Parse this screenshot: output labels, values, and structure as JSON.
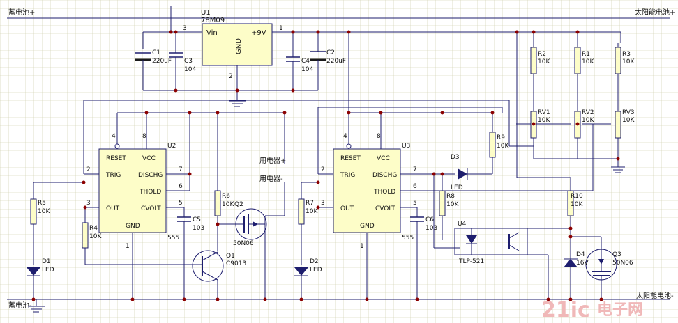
{
  "power": {
    "battery_top": "蓄电池+",
    "solar_top": "太阳能电池+",
    "battery_bottom": "蓄电池-",
    "solar_bottom": "太阳能电池-"
  },
  "regulator": {
    "ref": "U1",
    "part": "78M09",
    "pin_in": "Vin",
    "pin_out": "+9V",
    "pin_gnd": "GND",
    "n1": "1",
    "n2": "2",
    "n3": "3"
  },
  "caps": {
    "c1": {
      "ref": "C1",
      "value": "220uF"
    },
    "c2": {
      "ref": "C2",
      "value": "220uF"
    },
    "c3": {
      "ref": "C3",
      "value": "104"
    },
    "c4": {
      "ref": "C4",
      "value": "104"
    },
    "c5": {
      "ref": "C5",
      "value": "103"
    },
    "c6": {
      "ref": "C6",
      "value": "103"
    }
  },
  "resistors": {
    "r1": {
      "ref": "R1",
      "value": "10K"
    },
    "r2": {
      "ref": "R2",
      "value": "10K"
    },
    "r3": {
      "ref": "R3",
      "value": "10K"
    },
    "r4": {
      "ref": "R4",
      "value": "10K"
    },
    "r5": {
      "ref": "R5",
      "value": "10K"
    },
    "r6": {
      "ref": "R6",
      "value": "10K"
    },
    "r7": {
      "ref": "R7",
      "value": "10K"
    },
    "r8": {
      "ref": "R8",
      "value": "10K"
    },
    "r9": {
      "ref": "R9",
      "value": "10K"
    },
    "r10": {
      "ref": "R10",
      "value": "10K"
    },
    "rv1": {
      "ref": "RV1",
      "value": "10K"
    },
    "rv2": {
      "ref": "RV2",
      "value": "10K"
    },
    "rv3": {
      "ref": "RV3",
      "value": "10K"
    }
  },
  "timer_u2": {
    "ref": "U2",
    "part": "555",
    "reset": "RESET",
    "vcc": "VCC",
    "trig": "TRIG",
    "disch": "DISCHG",
    "thold": "THOLD",
    "out": "OUT",
    "cvolt": "CVOLT",
    "gnd": "GND",
    "p4": "4",
    "p8": "8",
    "p2": "2",
    "p7": "7",
    "p6": "6",
    "p3": "3",
    "p5": "5",
    "p1": "1"
  },
  "timer_u3": {
    "ref": "U3",
    "part": "555",
    "reset": "RESET",
    "vcc": "VCC",
    "trig": "TRIG",
    "disch": "DISCHG",
    "thold": "THOLD",
    "out": "OUT",
    "cvolt": "CVOLT",
    "gnd": "GND",
    "p4": "4",
    "p8": "8",
    "p2": "2",
    "p7": "7",
    "p6": "6",
    "p3": "3",
    "p5": "5",
    "p1": "1"
  },
  "semis": {
    "d1": {
      "ref": "D1",
      "value": "LED"
    },
    "d2": {
      "ref": "D2",
      "value": "LED"
    },
    "d3": {
      "ref": "D3",
      "value": "LED"
    },
    "d4": {
      "ref": "D4",
      "value": "16V"
    },
    "q1": {
      "ref": "Q1",
      "value": "C9013"
    },
    "q2": {
      "ref": "Q2",
      "value": "50N06"
    },
    "q3": {
      "ref": "Q3",
      "value": "50N06"
    },
    "u4": {
      "ref": "U4",
      "value": "TLP-521"
    }
  },
  "load": {
    "plus": "用电器+",
    "minus": "用电器-"
  },
  "watermark": {
    "brand": "21ic",
    "cn": "电子网"
  }
}
